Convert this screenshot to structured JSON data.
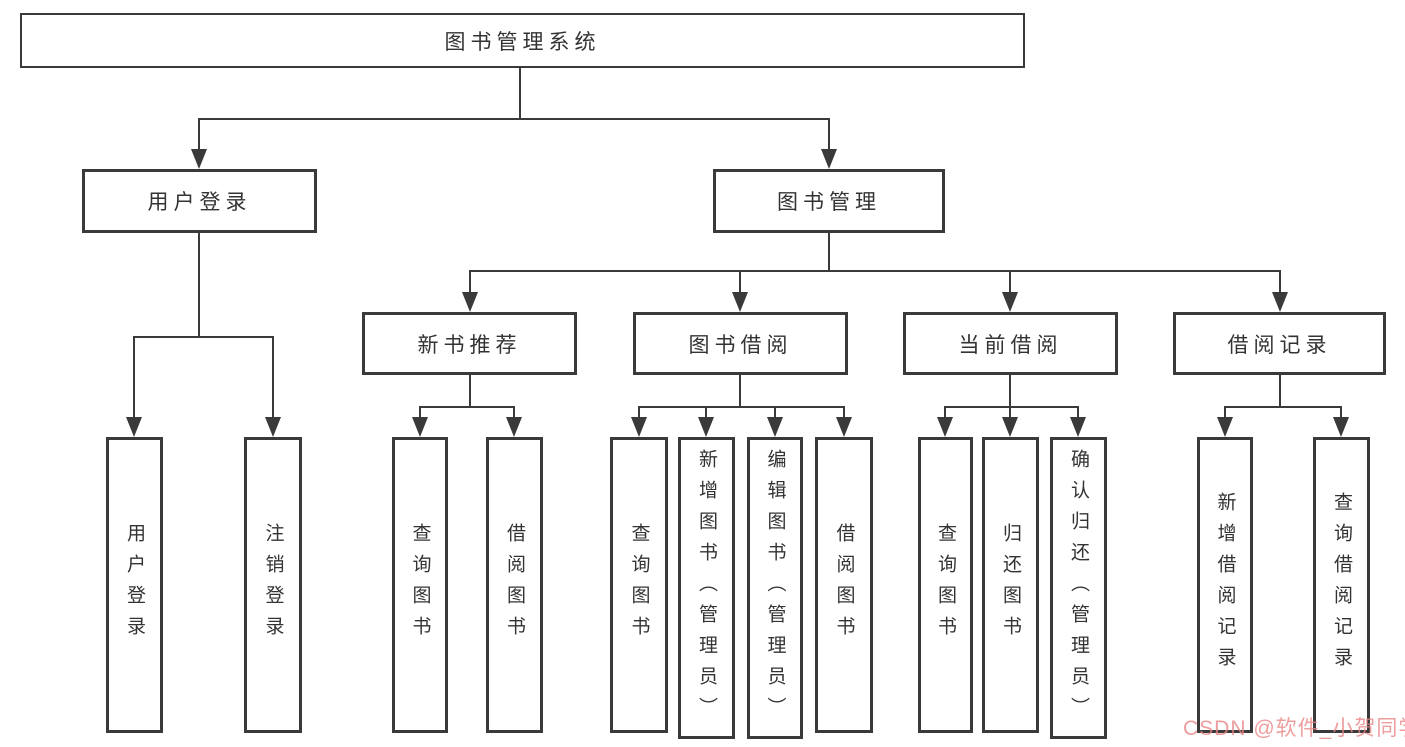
{
  "colors": {
    "line": "#3a3a3a",
    "text": "#333333",
    "watermark": "#e98585",
    "background": "#ffffff"
  },
  "watermark": {
    "text": "CSDN @软件_小贺同学"
  },
  "tree": {
    "root": {
      "label": "图书管理系统"
    },
    "branches": [
      {
        "label": "用户登录",
        "children": [
          {
            "label": "用户登录"
          },
          {
            "label": "注销登录"
          }
        ]
      },
      {
        "label": "图书管理",
        "groups": [
          {
            "label": "新书推荐",
            "children": [
              {
                "label": "查询图书"
              },
              {
                "label": "借阅图书"
              }
            ]
          },
          {
            "label": "图书借阅",
            "children": [
              {
                "label": "查询图书"
              },
              {
                "label": "新增图书（管理员）"
              },
              {
                "label": "编辑图书（管理员）"
              },
              {
                "label": "借阅图书"
              }
            ]
          },
          {
            "label": "当前借阅",
            "children": [
              {
                "label": "查询图书"
              },
              {
                "label": "归还图书"
              },
              {
                "label": "确认归还（管理员）"
              }
            ]
          },
          {
            "label": "借阅记录",
            "children": [
              {
                "label": "新增借阅记录"
              },
              {
                "label": "查询借阅记录"
              }
            ]
          }
        ]
      }
    ]
  }
}
